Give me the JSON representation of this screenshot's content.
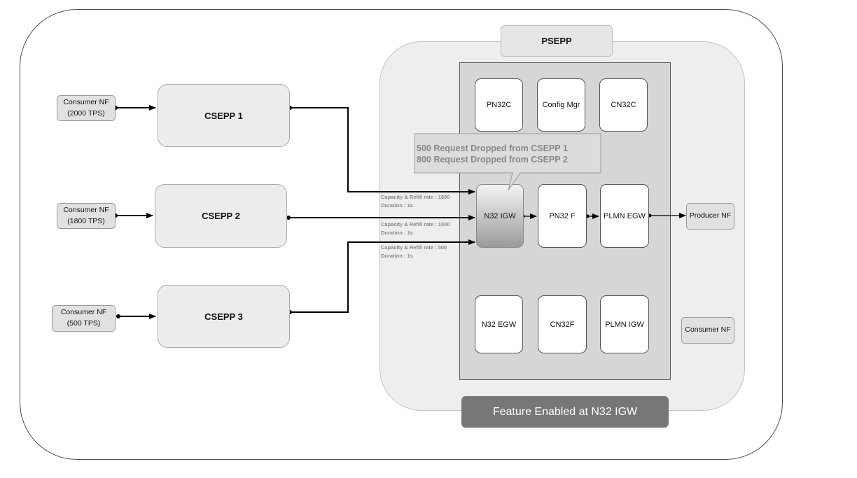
{
  "psepp": {
    "title": "PSEPP"
  },
  "consumers": [
    {
      "name": "Consumer NF",
      "tps": "(2000 TPS)"
    },
    {
      "name": "Consumer NF",
      "tps": "(1800 TPS)"
    },
    {
      "name": "Consumer NF",
      "tps": "(500 TPS)"
    }
  ],
  "csepps": [
    "CSEPP 1",
    "CSEPP 2",
    "CSEPP 3"
  ],
  "services": {
    "pn32c": "PN32C",
    "config_mgr": "Config Mgr",
    "cn32c": "CN32C",
    "n32_igw": "N32 IGW",
    "pn32f": "PN32 F",
    "plmn_egw": "PLMN EGW",
    "n32_egw": "N32 EGW",
    "cn32f": "CN32F",
    "plmn_igw": "PLMN IGW"
  },
  "producer_nf": "Producer NF",
  "consumer_nf_right": "Consumer NF",
  "callout": {
    "line1": "500 Request Dropped from CSEPP 1",
    "line2": "800 Request Dropped from CSEPP 2"
  },
  "capacity_labels": [
    {
      "line1": "Capacity & Refill rate : 1500",
      "line2": "Duration : 1s"
    },
    {
      "line1": "Capacity & Refill rate : 1000",
      "line2": "Duration : 1s"
    },
    {
      "line1": "Capacity & Refill rate : 500",
      "line2": "Duration : 1s"
    }
  ],
  "feature_label": "Feature Enabled at N32 IGW"
}
